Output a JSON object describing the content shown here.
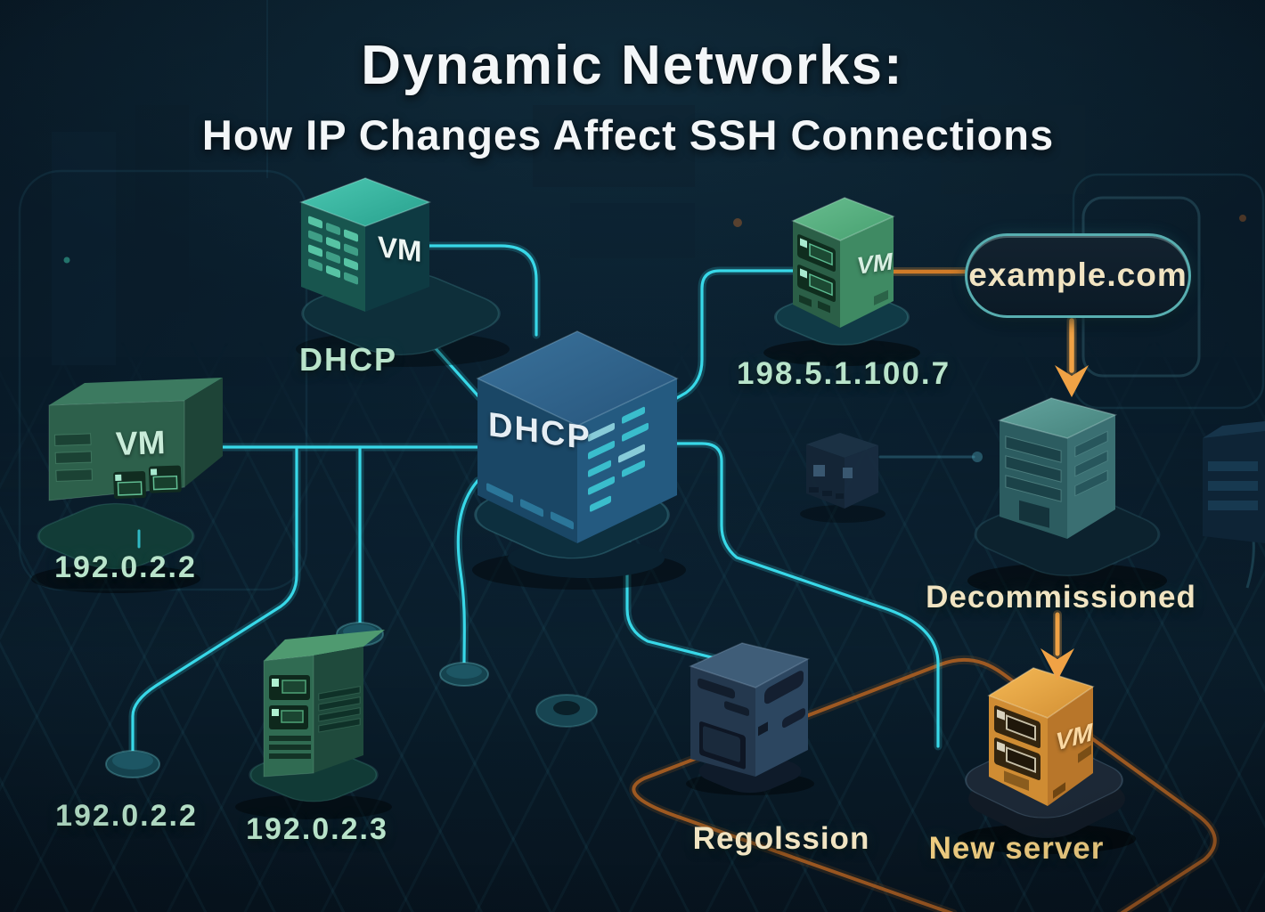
{
  "title": "Dynamic Networks:",
  "subtitle": "How IP Changes Affect SSH Connections",
  "nodes": {
    "teal_vm": {
      "face": "VM",
      "caption": "DHCP"
    },
    "dhcp": {
      "face": "DHCP"
    },
    "public_vm": {
      "face": "VM",
      "caption": "198.5.1.100.7"
    },
    "domain": {
      "label": "example.com"
    },
    "decommissioned": {
      "caption": "Decommissioned"
    },
    "new_server": {
      "face": "VM",
      "caption": "New server"
    },
    "left_vm": {
      "face": "VM",
      "caption": "192.0.2.2"
    },
    "floor_node": {
      "caption": "192.0.2.2"
    },
    "tower": {
      "caption": "192.0.2.3"
    },
    "session": {
      "caption": "Regolssion"
    }
  },
  "colors": {
    "background": "#071420",
    "teal_line": "#38d8e8",
    "orange_accent": "#f0a245",
    "orange_path": "#a85d22",
    "mint_text": "#b9e4cb",
    "cream_text": "#f1e4c2",
    "amber_text": "#f2cf82",
    "title_text": "#f3f6f8"
  }
}
